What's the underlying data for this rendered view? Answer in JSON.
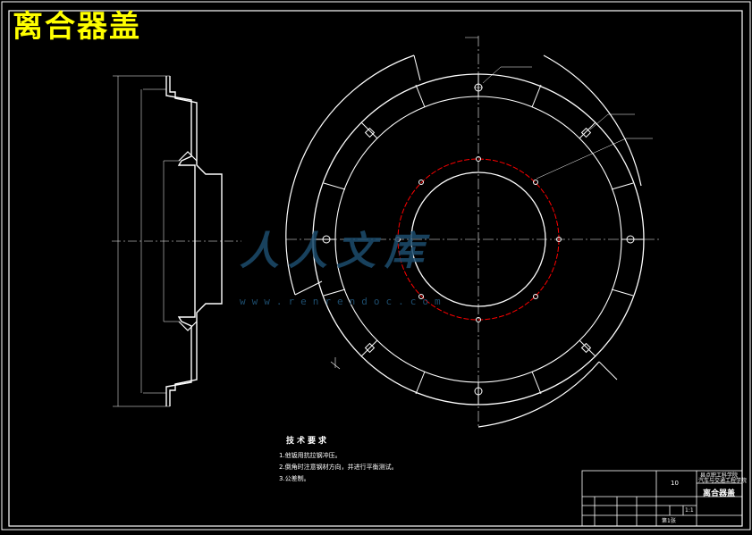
{
  "drawing": {
    "title": "离合器盖",
    "technical_requirements": {
      "heading": "技术要求",
      "items": [
        "1.他钣用抗拉钢冲压。",
        "2.倒角时注意钢材方向，并进行平衡测试。",
        "3.公差制。"
      ]
    },
    "title_block": {
      "part_name": "离合器盖",
      "drawing_no": "10",
      "school_line1": "县点职工科学院",
      "school_line2": "汽车与交通工程学院",
      "scale": "1:1",
      "sheet": "第1张"
    },
    "watermark": {
      "text": "人人文库",
      "url": "www.renrendoc.com"
    },
    "colors": {
      "background": "#000000",
      "line": "#ffffff",
      "title": "#ffff00",
      "bolt_circle": "#ff0000",
      "watermark": "#1d4d6e"
    }
  }
}
